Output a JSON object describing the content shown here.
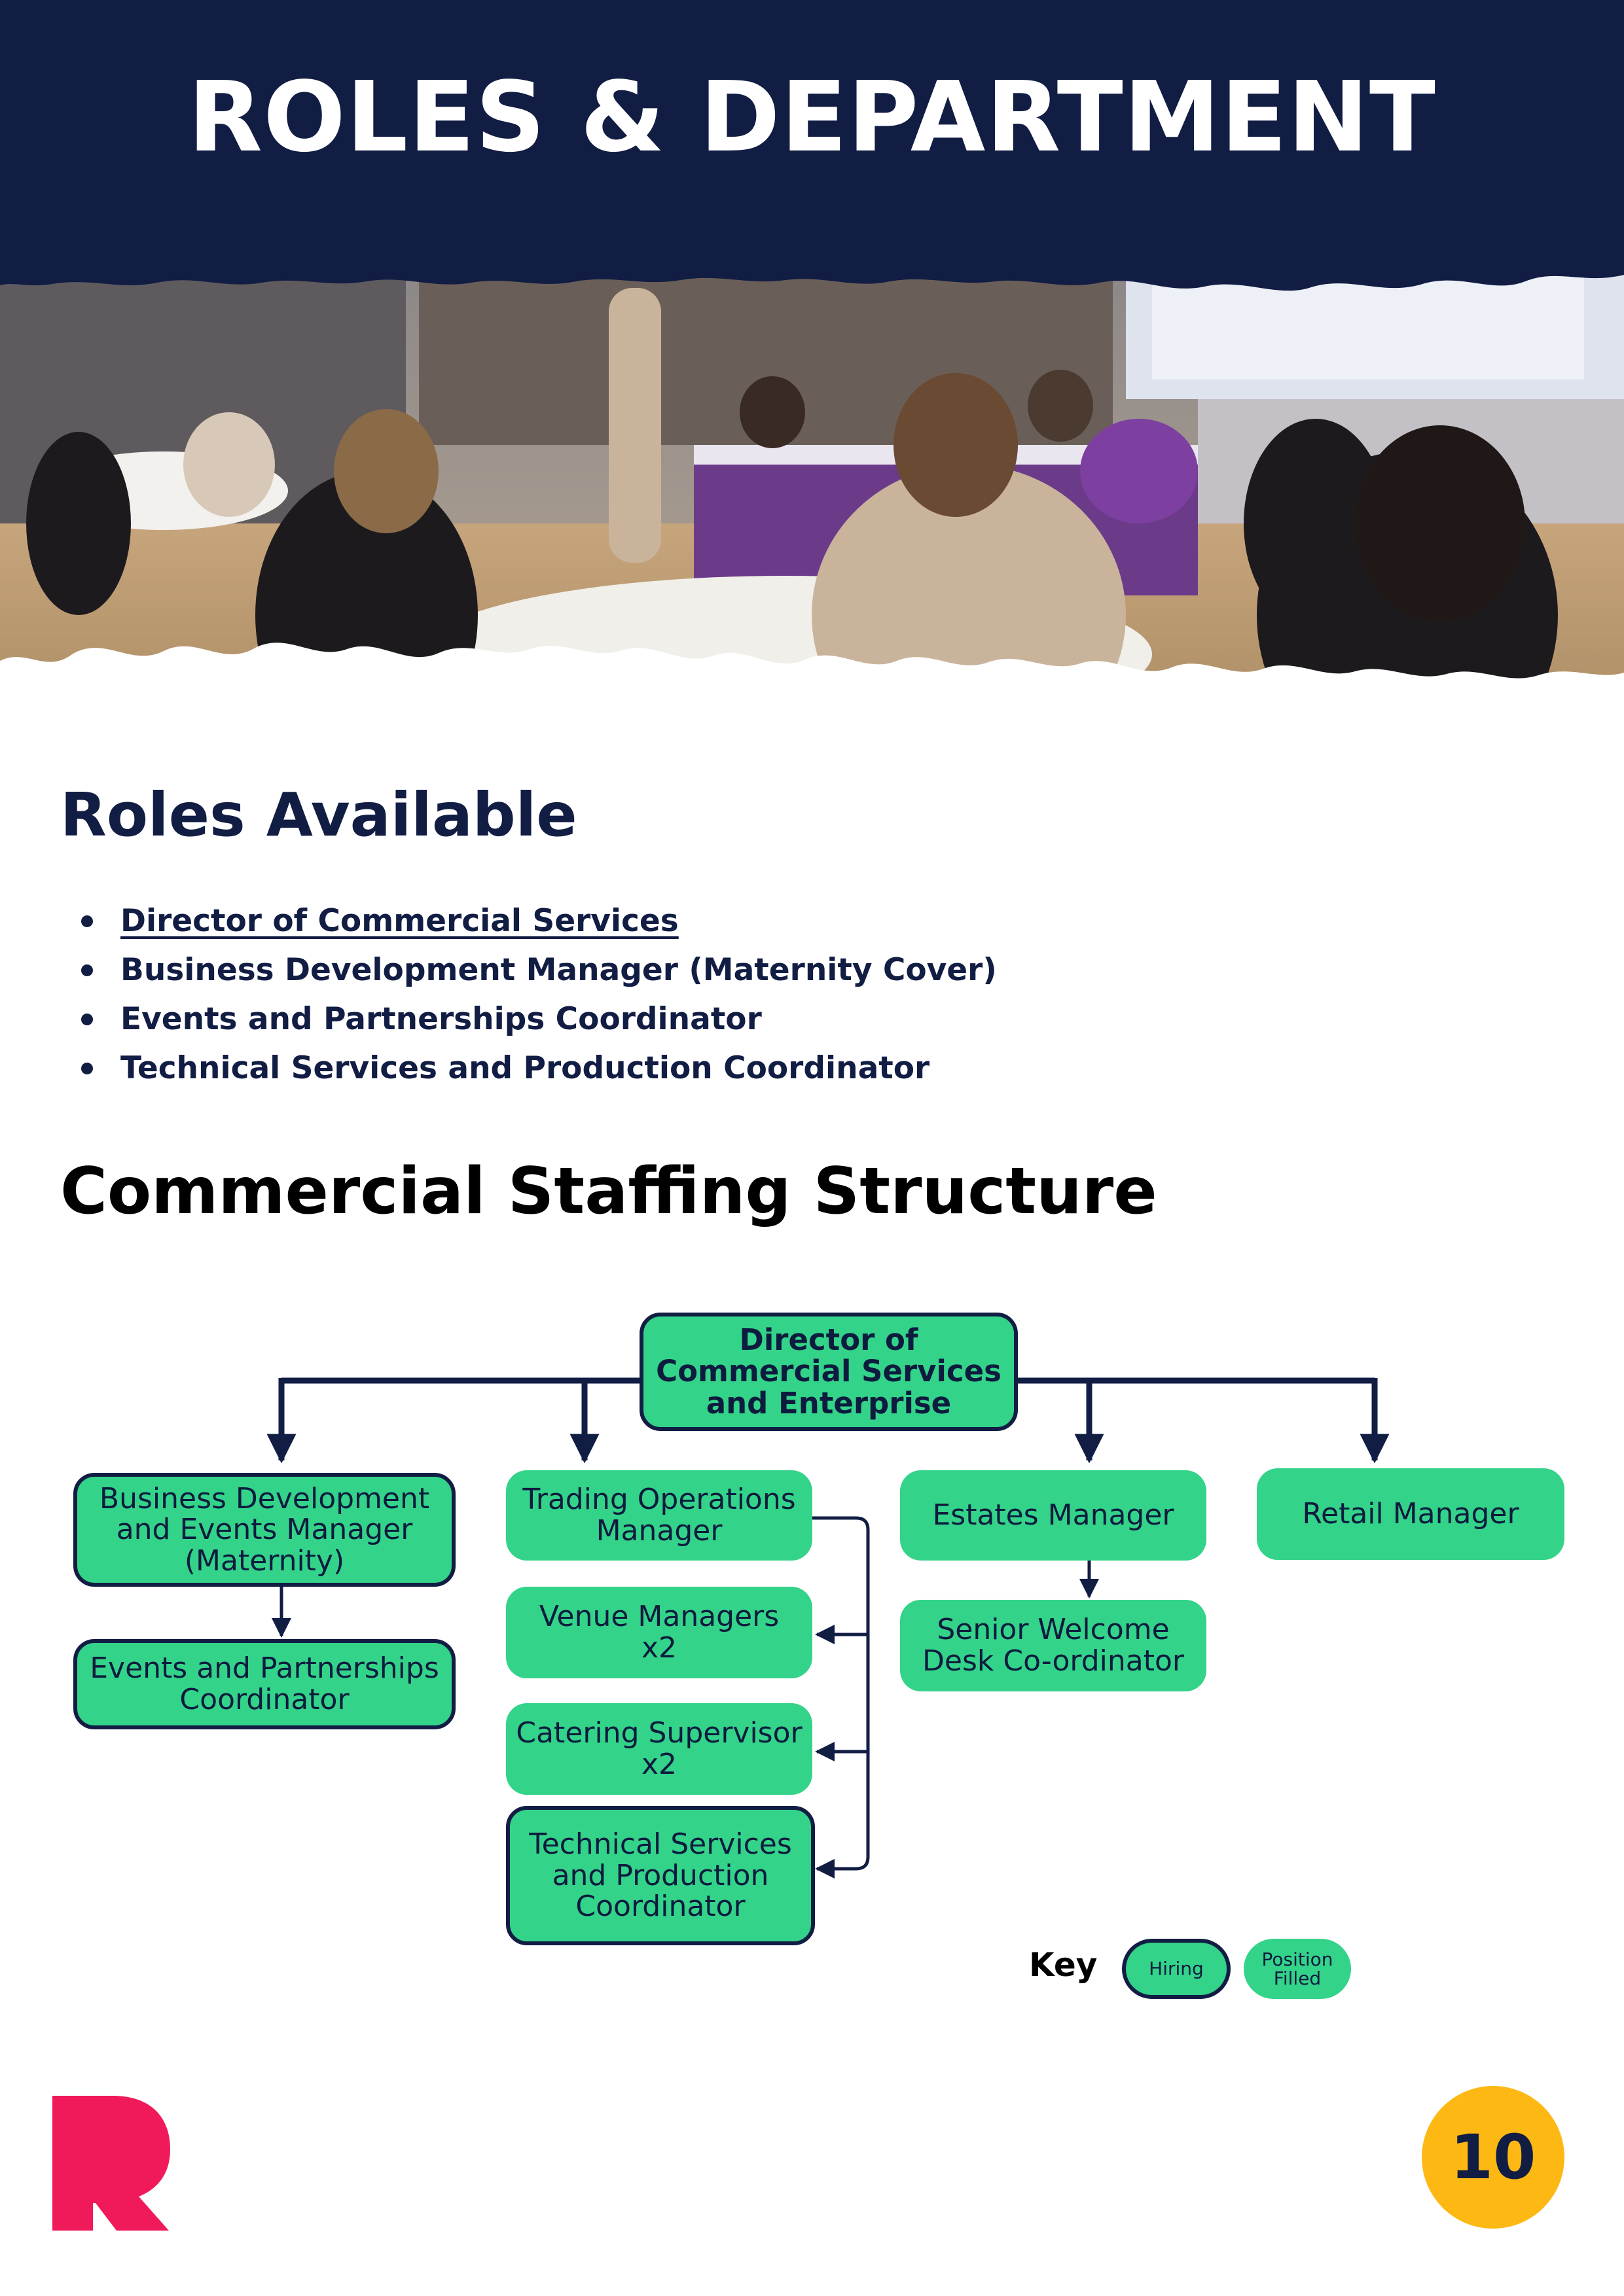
{
  "header": {
    "title": "ROLES & DEPARTMENT"
  },
  "roles": {
    "heading": "Roles Available",
    "items": [
      "Director of Commercial Services",
      "Business Development Manager (Maternity Cover)",
      "Events and Partnerships Coordinator",
      "Technical Services and Production Coordinator"
    ]
  },
  "structure": {
    "heading": "Commercial Staffing Structure",
    "nodes": {
      "director": {
        "label": "Director of\nCommercial Services\nand Enterprise",
        "status": "hiring"
      },
      "bd_manager": {
        "label": "Business Development\nand Events Manager\n(Maternity)",
        "status": "hiring"
      },
      "events_coord": {
        "label": "Events and Partnerships\nCoordinator",
        "status": "hiring"
      },
      "trading_ops": {
        "label": "Trading Operations\nManager",
        "status": "filled"
      },
      "venue_managers": {
        "label": "Venue Managers\nx2",
        "status": "filled"
      },
      "catering": {
        "label": "Catering Supervisor\nx2",
        "status": "filled"
      },
      "technical": {
        "label": "Technical Services\nand Production\nCoordinator",
        "status": "hiring"
      },
      "estates": {
        "label": "Estates Manager",
        "status": "filled"
      },
      "welcome_desk": {
        "label": "Senior Welcome\nDesk Co-ordinator",
        "status": "filled"
      },
      "retail": {
        "label": "Retail Manager",
        "status": "filled"
      }
    },
    "key": {
      "label": "Key",
      "hiring": "Hiring",
      "filled": "Position\nFilled"
    }
  },
  "colors": {
    "navy": "#121d44",
    "node_green": "#33d389",
    "logo_pink": "#f0195a",
    "badge_yellow": "#fdb813"
  },
  "footer": {
    "page_number": "10",
    "logo_icon": "r-logo-icon"
  }
}
